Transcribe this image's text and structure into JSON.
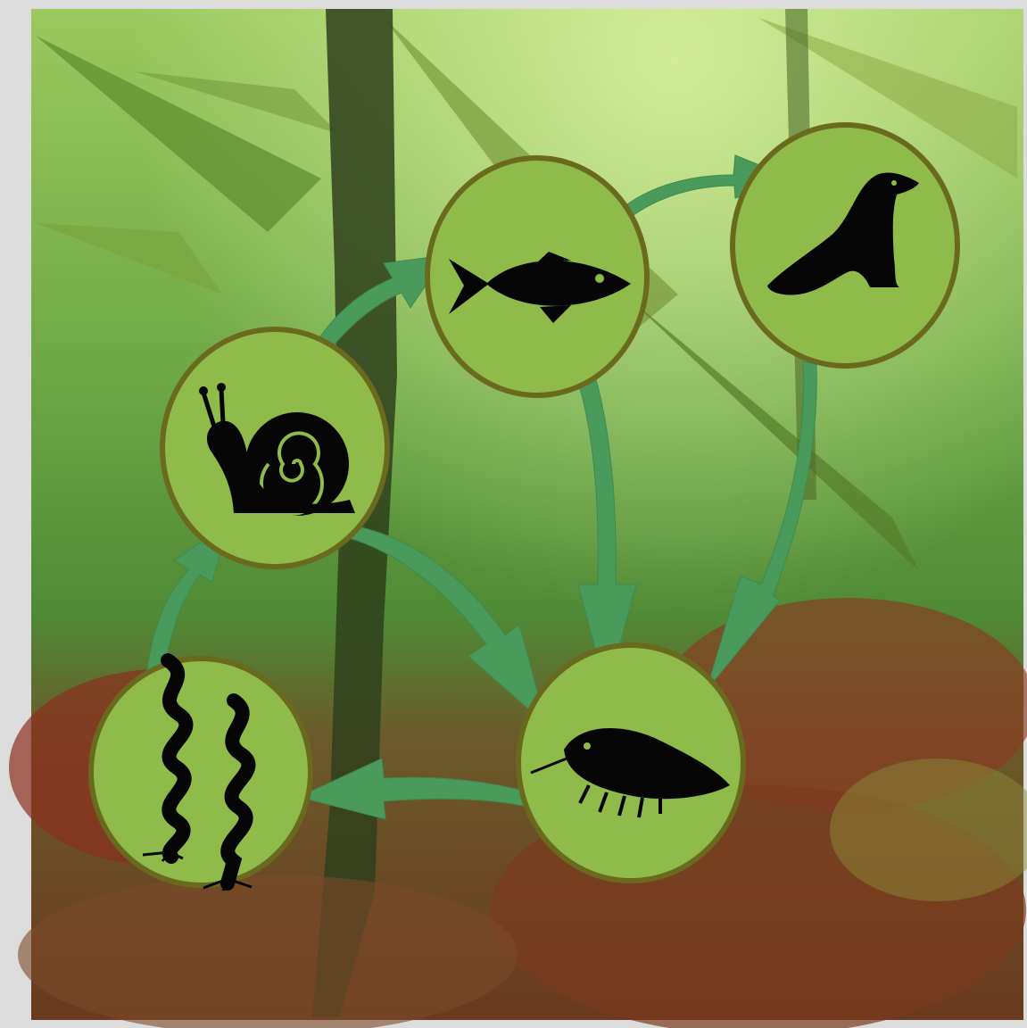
{
  "title": "",
  "colors": {
    "frame": "#dcdcdc",
    "node_fill": "#8ebb4a",
    "node_stroke": "#6a6a1e",
    "arrow": "#4a9a5c",
    "silhouette": "#050505",
    "water_top": "#a9cf6a",
    "water_mid": "#5e9a3e",
    "seafloor": "#7a3a1e"
  },
  "nodes": [
    {
      "id": "kelp",
      "icon": "kelp-icon"
    },
    {
      "id": "snail",
      "icon": "snail-icon"
    },
    {
      "id": "fish",
      "icon": "fish-icon"
    },
    {
      "id": "seal",
      "icon": "sea-lion-icon"
    },
    {
      "id": "isopod",
      "icon": "isopod-icon"
    }
  ],
  "edges": [
    {
      "from": "kelp",
      "to": "snail"
    },
    {
      "from": "snail",
      "to": "fish"
    },
    {
      "from": "fish",
      "to": "seal"
    },
    {
      "from": "snail",
      "to": "isopod"
    },
    {
      "from": "fish",
      "to": "isopod"
    },
    {
      "from": "seal",
      "to": "isopod"
    },
    {
      "from": "isopod",
      "to": "kelp"
    }
  ]
}
